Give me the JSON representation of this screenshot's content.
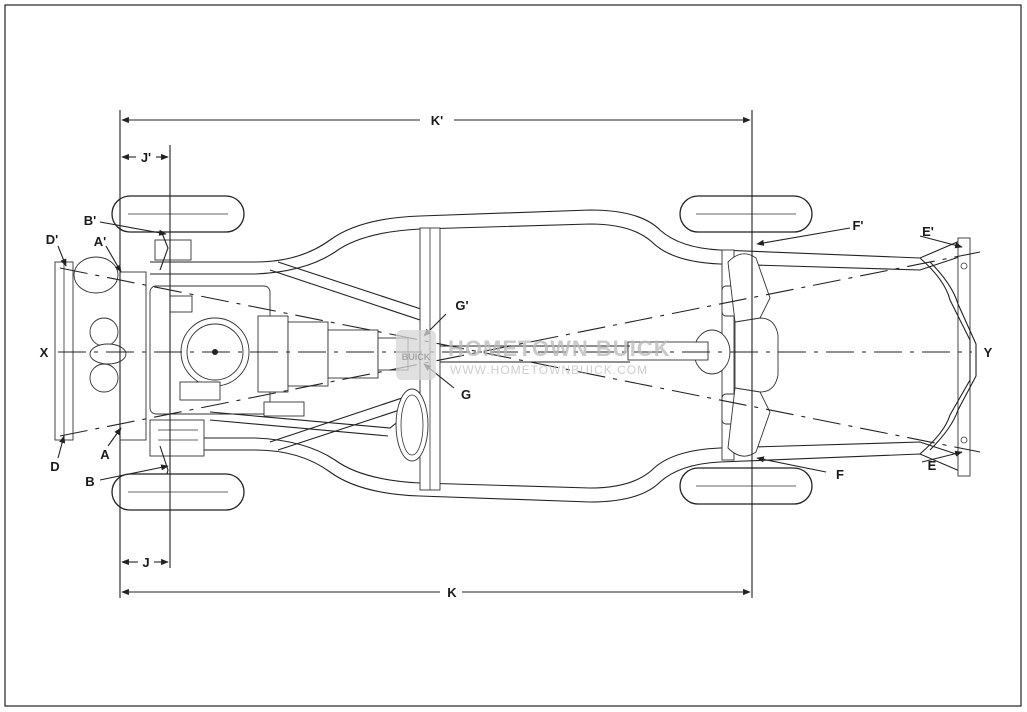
{
  "diagram": {
    "labels": {
      "K_prime": "K'",
      "J_prime": "J'",
      "B_prime": "B'",
      "D_prime": "D'",
      "A_prime": "A'",
      "G_prime": "G'",
      "F_prime": "F'",
      "E_prime": "E'",
      "X": "X",
      "Y": "Y",
      "G": "G",
      "D": "D",
      "A": "A",
      "B": "B",
      "F": "F",
      "E": "E",
      "J": "J",
      "K": "K"
    },
    "watermark": {
      "badge": "BUICK",
      "title": "HOMETOWN BUICK",
      "url": "WWW.HOMETOWNBUICK.COM"
    }
  }
}
